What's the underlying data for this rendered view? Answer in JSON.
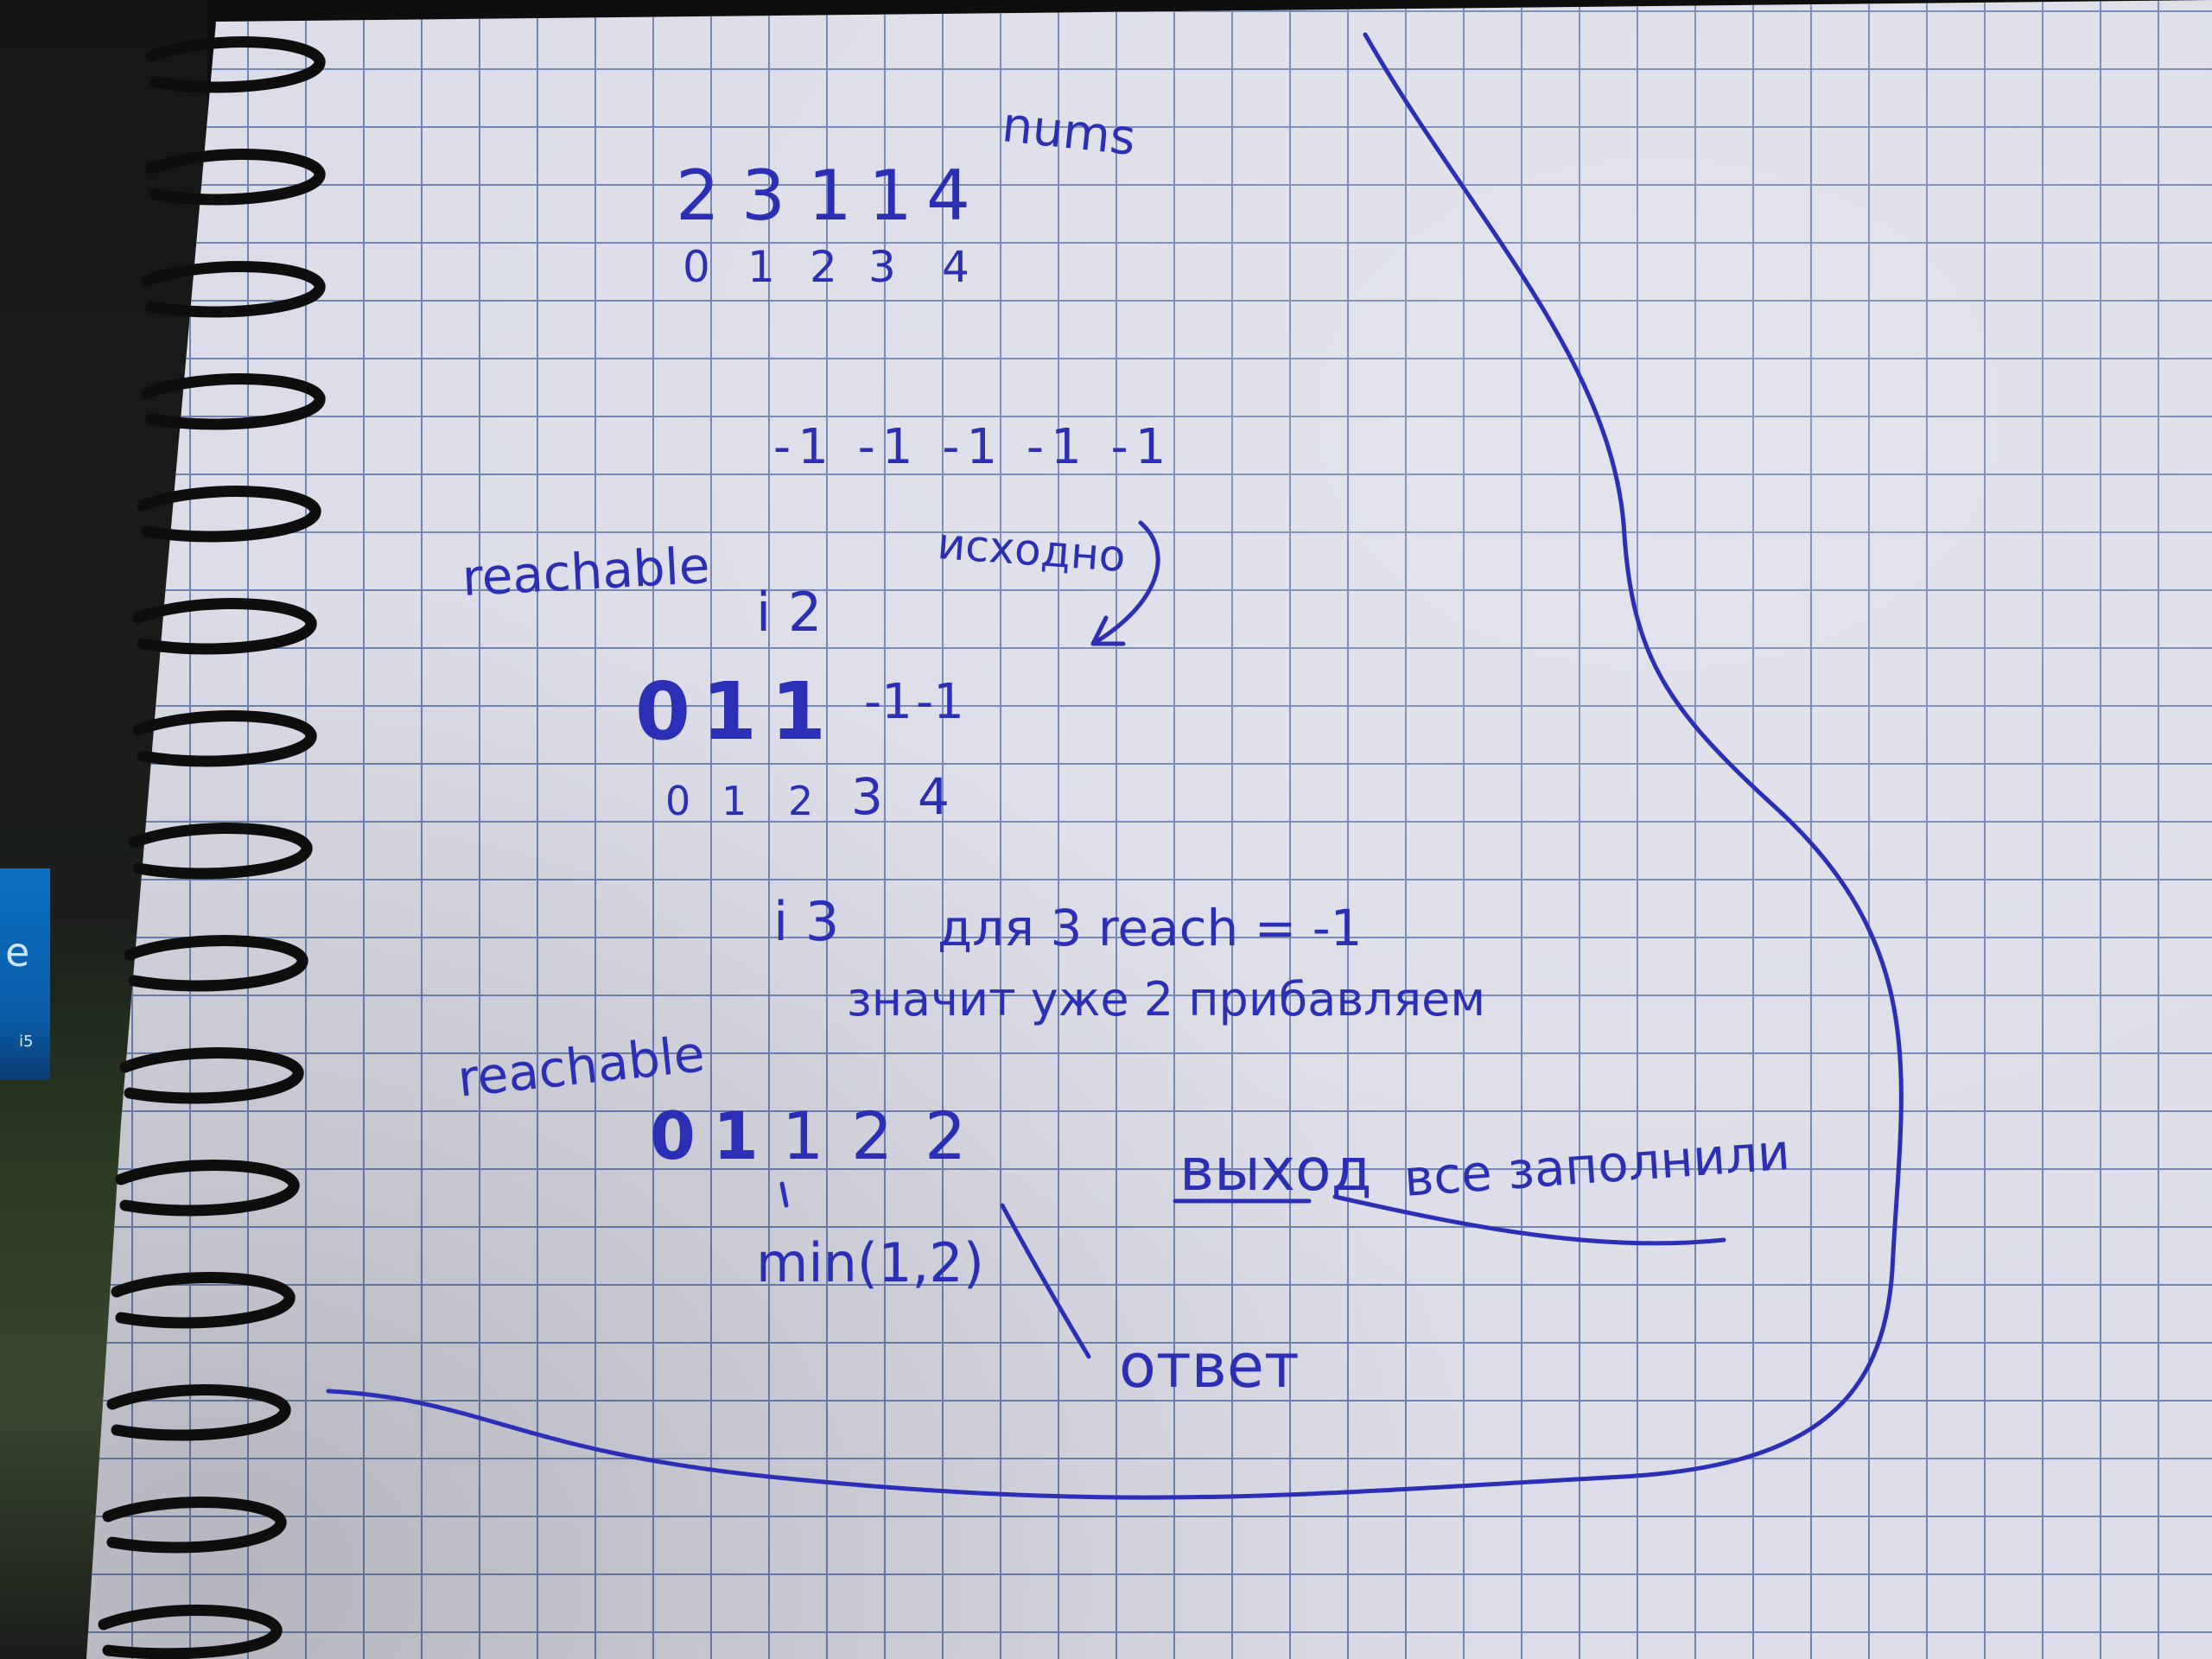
{
  "notes": {
    "nums_label": "nums",
    "array_values": [
      "2",
      "3",
      "1",
      "1",
      "4"
    ],
    "array_indices": [
      "0",
      "1",
      "2",
      "3",
      "4"
    ],
    "initial_row": "-1 -1 -1 -1 -1",
    "side_note": "исходно",
    "reachable_label_1": "reachable",
    "step_label_1": "i 2",
    "reach_row_1": [
      "0",
      "1",
      "1",
      "-1",
      "-1"
    ],
    "reach_indices": [
      "0",
      "1",
      "2",
      "3",
      "4"
    ],
    "step_label_2": "i 3",
    "condition_line_1": "для 3 reach = -1",
    "condition_line_2": "значит уже 2 прибавляем",
    "reachable_label_2": "reachable",
    "reach_row_2": [
      "0",
      "1",
      "1",
      "2",
      "2"
    ],
    "min_expr": "min(1,2)",
    "answer_label": "ответ",
    "exit_label": "выход",
    "exit_note": "все заполнили"
  },
  "colors": {
    "ink": "#2b2fb5",
    "grid": "#6d84b4",
    "paper": "#dcdde8"
  },
  "device": {
    "badge_text": "i5"
  }
}
